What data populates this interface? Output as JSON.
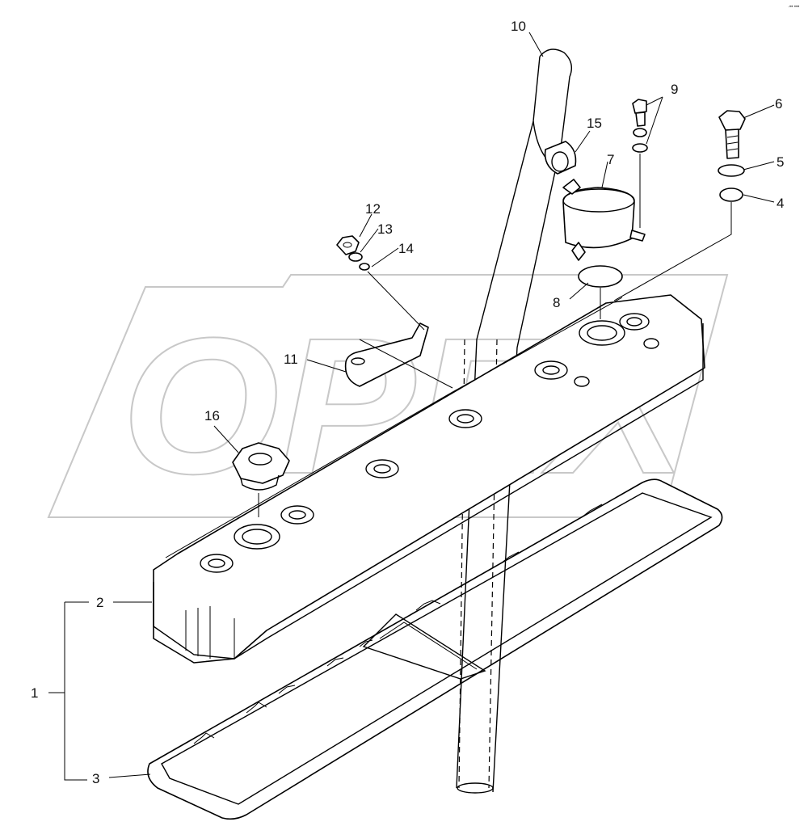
{
  "watermark": "OPEX",
  "corner_mark": "·•• •••",
  "callouts": [
    "1",
    "2",
    "3",
    "4",
    "5",
    "6",
    "7",
    "8",
    "9",
    "10",
    "11",
    "12",
    "13",
    "14",
    "15",
    "16"
  ]
}
